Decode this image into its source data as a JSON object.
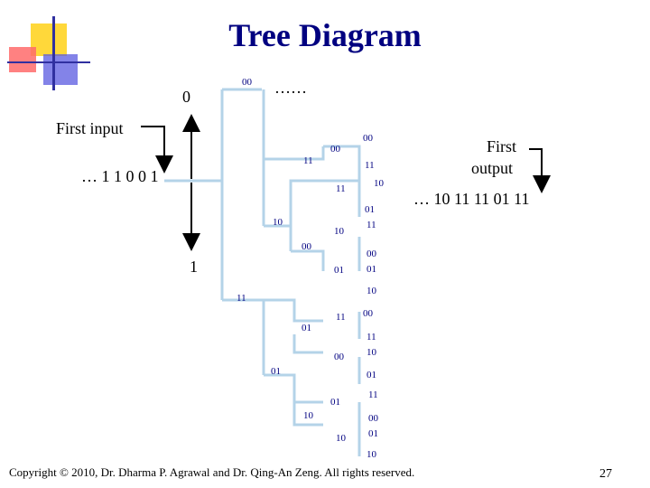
{
  "title": "Tree Diagram",
  "labels": {
    "top_zero": "0",
    "top_ellipsis": "……",
    "first_input": "First input",
    "input_sequence": "… 1 1 0 0 1",
    "bottom_one": "1",
    "first_output_line1": "First",
    "first_output_line2": "output",
    "output_sequence": "… 10 11 11 01 11"
  },
  "tree": {
    "root_up": "00",
    "l1_11": "11",
    "l2_00_a": "00",
    "l3_00_a": "00",
    "l3_11_a": "11",
    "l2_11_a": "11",
    "l3_10_a": "10",
    "l3_01_a": "01",
    "l1_10": "10",
    "l2_10_b": "10",
    "l3_11_b": "11",
    "l2_00_b": "00",
    "l2_01_b": "01",
    "l3_00_b": "00",
    "l3_01_b": "01",
    "l3_10_b": "10",
    "l1_11_c": "11",
    "l2_11_c": "11",
    "l3_00_c": "00",
    "l2_01_c": "01",
    "l3_11_c": "11",
    "l2_00_c": "00",
    "l3_10_c": "10",
    "l1_01": "01",
    "l3_01_c": "01",
    "l3_11_d": "11",
    "l2_01_d": "01",
    "l2_10_d": "10",
    "l3_00_d": "00",
    "l2_10_e": "10",
    "l3_01_d": "01",
    "l3_10_d": "10"
  },
  "footer": "Copyright © 2010, Dr. Dharma P. Agrawal and Dr. Qing-An Zeng. All rights reserved.",
  "page_number": "27",
  "colors": {
    "title": "#000080",
    "tree_lines": "#b4d3e8",
    "deco_yellow": "#ffd83a",
    "deco_red": "#ff5a5a",
    "deco_blue": "#4a4ad8"
  }
}
